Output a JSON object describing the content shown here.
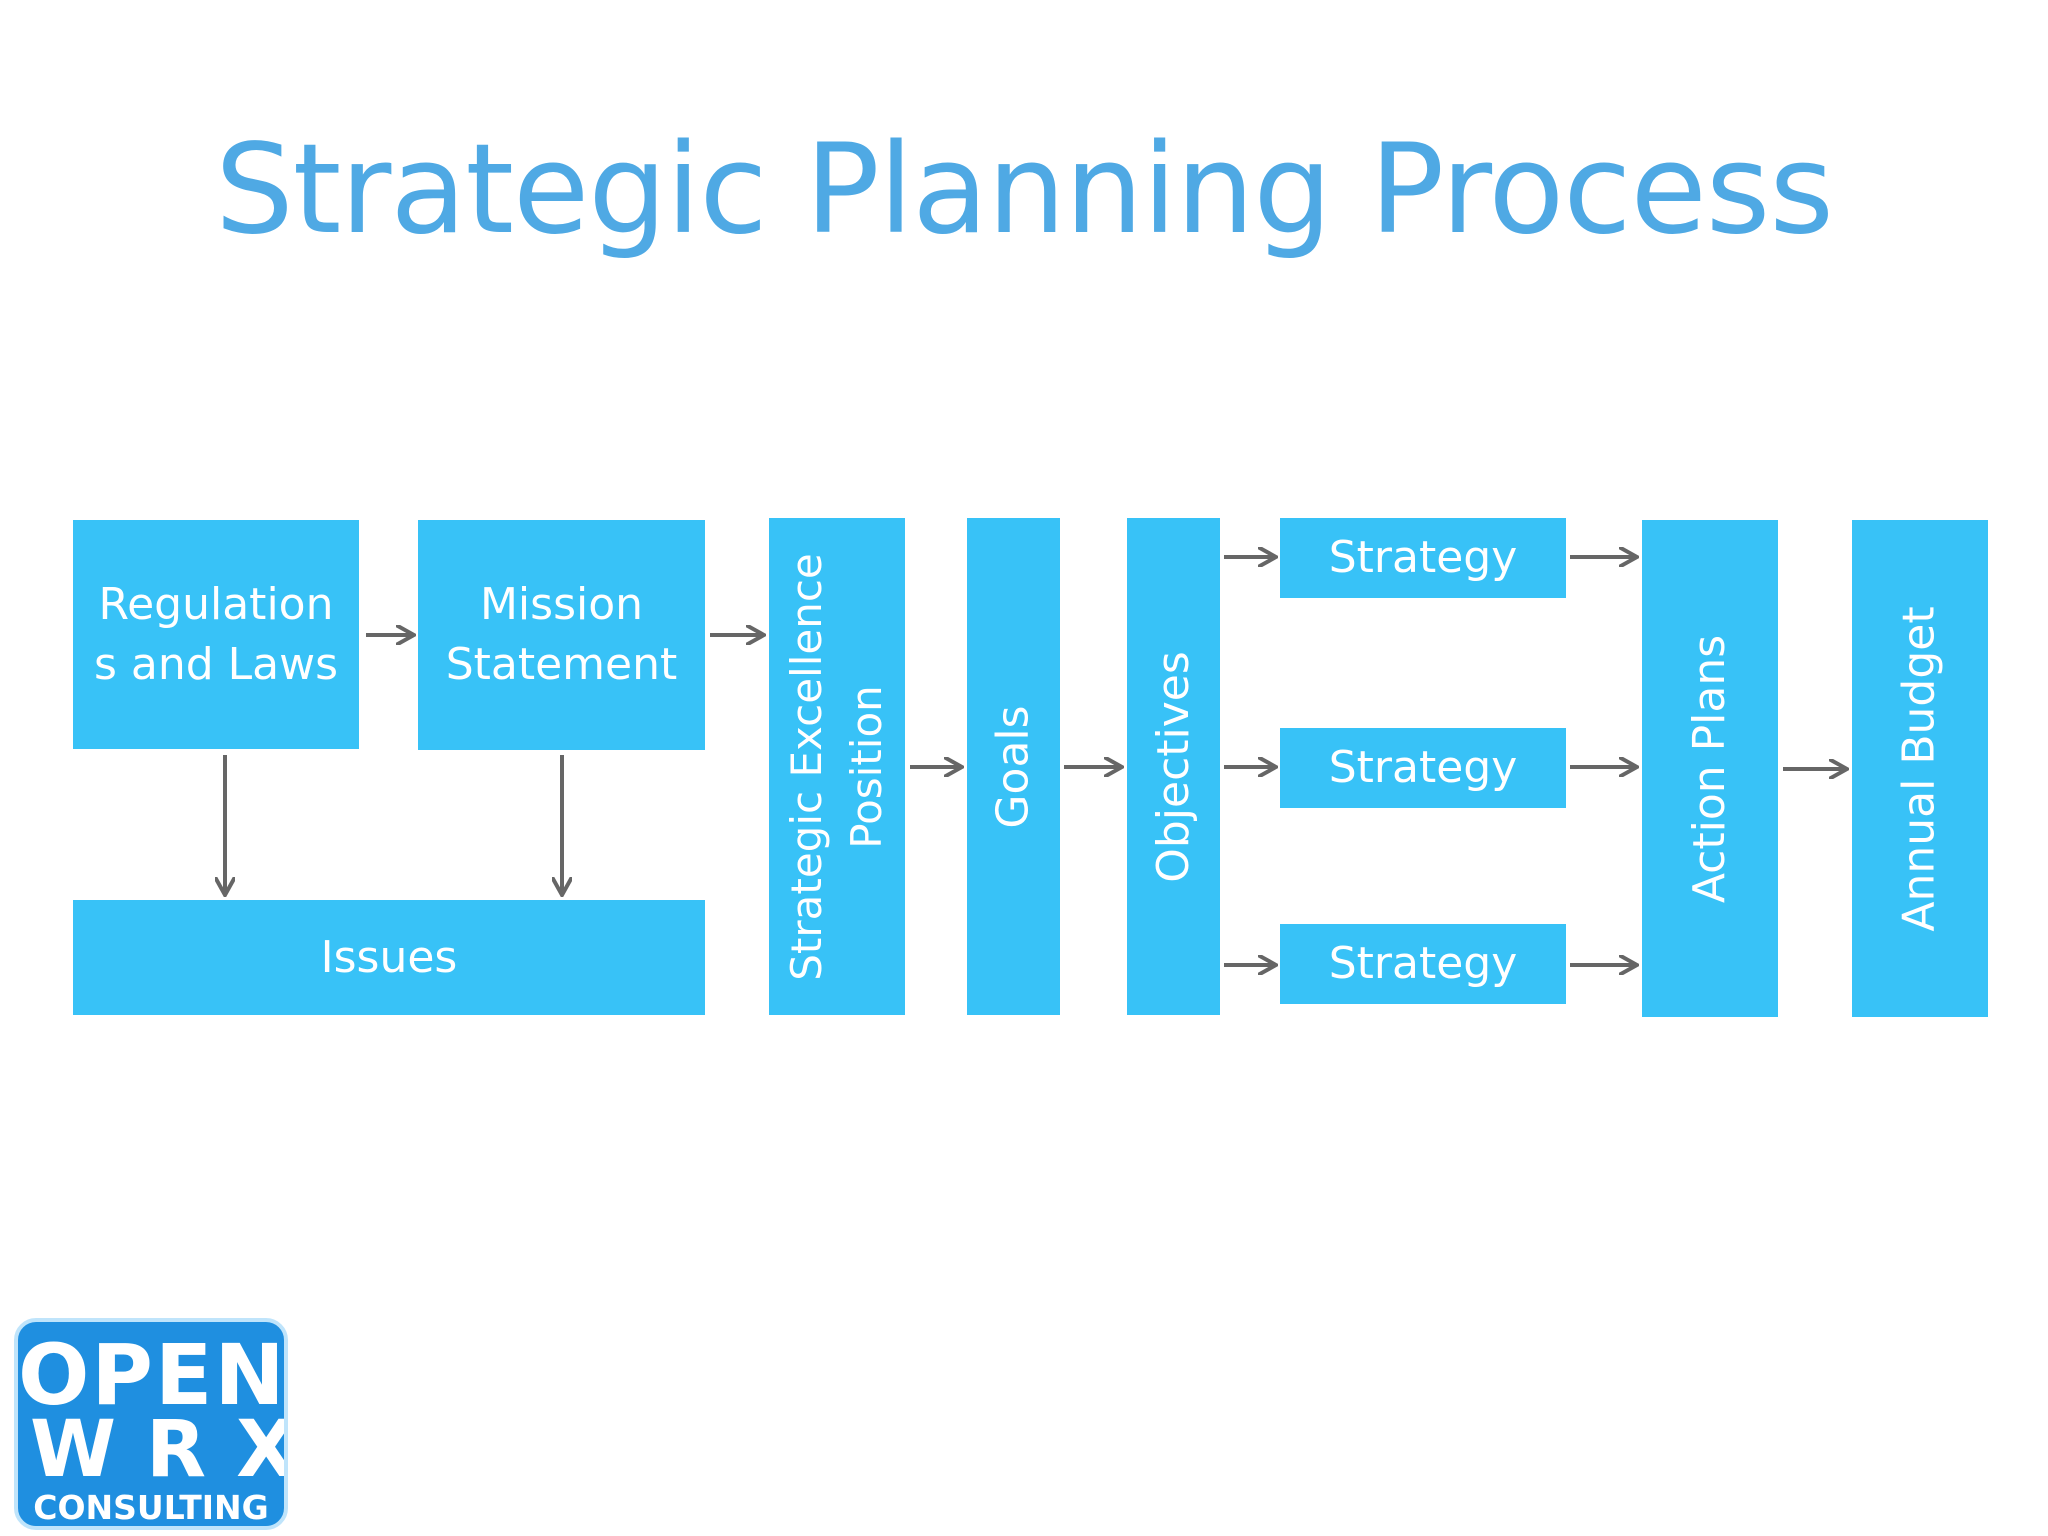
{
  "title": "Strategic Planning Process",
  "colors": {
    "box": "#38c2f7",
    "title": "#4fa9e4",
    "arrow": "#666666"
  },
  "boxes": {
    "regulations": {
      "line1": "Regulation",
      "line2": "s and Laws"
    },
    "mission": {
      "line1": "Mission",
      "line2": "Statement"
    },
    "issues": "Issues",
    "strategic_excellence": {
      "line1": "Strategic Excellence",
      "line2": "Position"
    },
    "goals": "Goals",
    "objectives": "Objectives",
    "strategies": [
      "Strategy",
      "Strategy",
      "Strategy"
    ],
    "action_plans": "Action Plans",
    "annual_budget": "Annual Budget"
  },
  "logo": {
    "line1": "OPEN",
    "line2": "WRX",
    "line3": "CONSULTING"
  }
}
